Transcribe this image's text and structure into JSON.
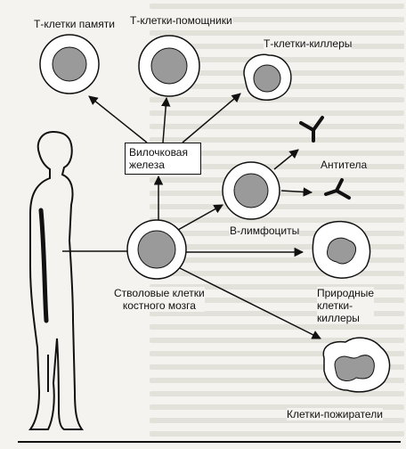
{
  "labels": {
    "memory_t_cells": "Т-клетки памяти",
    "helper_t_cells": "Т-клетки-помощники",
    "killer_t_cells": "Т-клетки-киллеры",
    "thymus": "Вилочковая\nжелеза",
    "antibodies": "Антитела",
    "b_lymphocytes": "В-лимфоциты",
    "stem_cells": "Стволовые клетки\nкостного мозга",
    "natural_killers": "Природные\nклетки-\nкиллеры",
    "macrophages": "Клетки-пожиратели"
  },
  "colors": {
    "ink": "#111111",
    "nucleus": "#9a9a9a",
    "paper": "#f4f3ef"
  }
}
